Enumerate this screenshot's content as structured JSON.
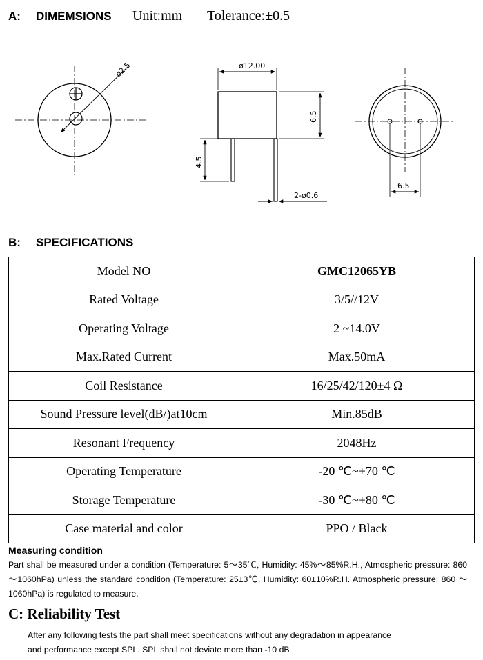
{
  "section_a": {
    "label": "A:",
    "title": "DIMEMSIONS",
    "unit": "Unit:mm",
    "tolerance": "Tolerance:±0.5"
  },
  "drawing": {
    "hole_diameter": "ø2.5",
    "body_diameter": "ø12.00",
    "body_height": "6.5",
    "pin_length": "4.5",
    "pin_diameter": "2-ø0.6",
    "pin_spacing": "6.5"
  },
  "section_b": {
    "label": "B:",
    "title": "SPECIFICATIONS"
  },
  "specs": [
    {
      "label": "Model NO",
      "value": "GMC12065YB"
    },
    {
      "label": "Rated Voltage",
      "value": "3/5//12V"
    },
    {
      "label": "Operating Voltage",
      "value": "2 ~14.0V"
    },
    {
      "label": "Max.Rated Current",
      "value": "Max.50mA"
    },
    {
      "label": "Coil Resistance",
      "value": "16/25/42/120±4 Ω"
    },
    {
      "label": "Sound Pressure level(dB/)at10cm",
      "value": "Min.85dB"
    },
    {
      "label": "Resonant Frequency",
      "value": "2048Hz"
    },
    {
      "label": "Operating Temperature",
      "value": "-20 ℃~+70 ℃"
    },
    {
      "label": "Storage Temperature",
      "value": "-30 ℃~+80 ℃"
    },
    {
      "label": "Case material and color",
      "value": "PPO / Black"
    }
  ],
  "measuring": {
    "title": "Measuring condition",
    "text": "Part shall be measured under a condition (Temperature: 5～35℃, Humidity: 45%～85%R.H., Atmospheric pressure: 860 ～1060hPa) unless the standard condition (Temperature: 25±3℃, Humidity: 60±10%R.H. Atmospheric pressure: 860 ～1060hPa) is regulated to measure."
  },
  "section_c": {
    "title": "C: Reliability Test",
    "text": "After any following tests the part shall meet specifications without any degradation in appearance and performance except SPL. SPL shall not deviate more than -10 dB"
  }
}
